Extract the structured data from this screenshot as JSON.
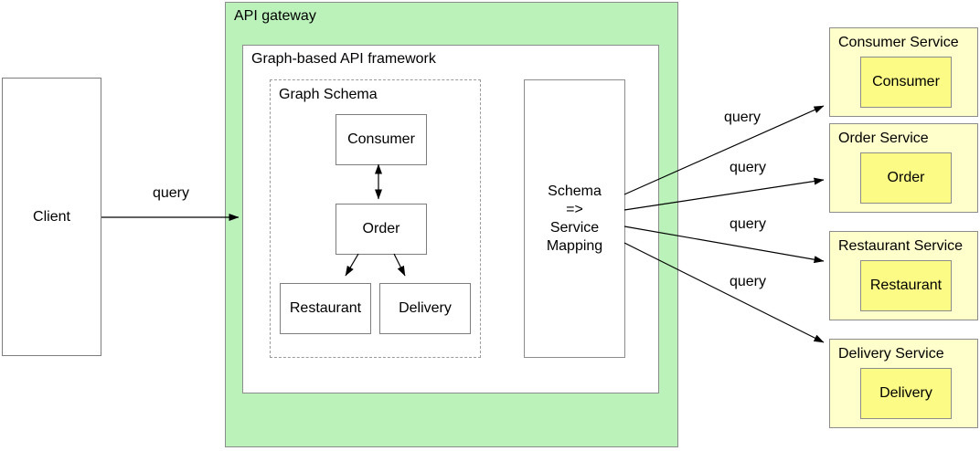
{
  "colors": {
    "gateway_green": "#baf2ba",
    "service_outer_yellow": "#ffffcc",
    "service_inner_yellow": "#fbfb86",
    "box_border_gray": "#8c8c8c",
    "arrow_black": "#000000"
  },
  "client": {
    "label": "Client"
  },
  "gateway": {
    "title": "API gateway",
    "framework": {
      "title": "Graph-based API framework",
      "schema": {
        "title": "Graph Schema",
        "consumer": "Consumer",
        "order": "Order",
        "restaurant": "Restaurant",
        "delivery": "Delivery"
      },
      "mapping": {
        "text": "Schema\n=>\nService\nMapping"
      }
    }
  },
  "services": [
    {
      "title": "Consumer Service",
      "component": "Consumer"
    },
    {
      "title": "Order Service",
      "component": "Order"
    },
    {
      "title": "Restaurant Service",
      "component": "Restaurant"
    },
    {
      "title": "Delivery Service",
      "component": "Delivery"
    }
  ],
  "edge_labels": {
    "client_to_gateway": "query",
    "to_consumer_service": "query",
    "to_order_service": "query",
    "to_restaurant_service": "query",
    "to_delivery_service": "query"
  }
}
